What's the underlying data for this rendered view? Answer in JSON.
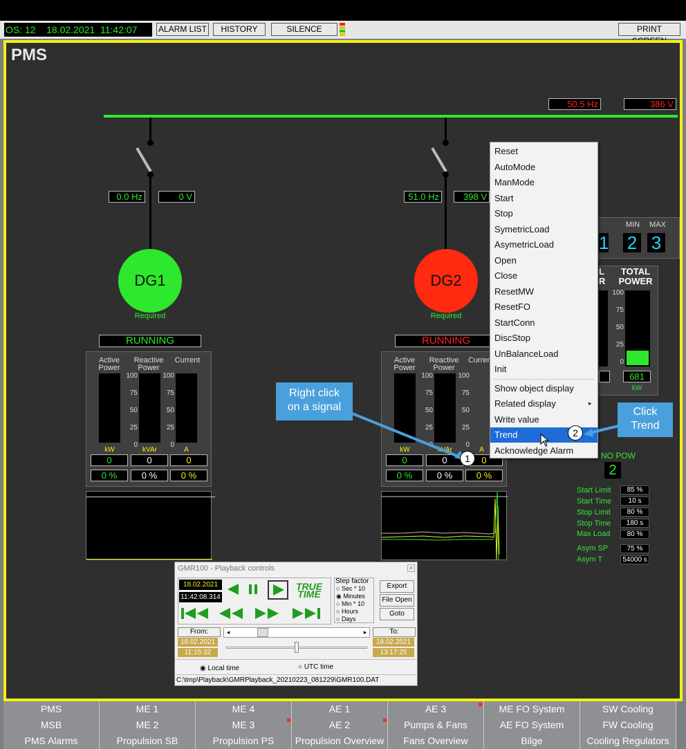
{
  "toolbar": {
    "os_status": "OS: 12    18.02.2021  11:42:07",
    "alarm_list": "ALARM LIST",
    "history": "HISTORY",
    "silence": "SILENCE",
    "print_screen": "PRINT SCREEN"
  },
  "page": {
    "title": "PMS"
  },
  "bus": {
    "freq": "50.5 Hz",
    "volt": "386 V"
  },
  "dg1": {
    "name": "DG1",
    "hz": "0.0 Hz",
    "v": "0 V",
    "required": "Required",
    "status": "RUNNING",
    "kw": "0",
    "kvar": "0",
    "a": "0",
    "pct1": "0 %",
    "pct2": "0 %",
    "pct3": "0 %"
  },
  "dg2": {
    "name": "DG2",
    "hz": "51.0 Hz",
    "v": "398 V",
    "required": "Required",
    "status": "RUNNING",
    "kw": "0",
    "kvar": "0",
    "a": "0",
    "pct1": "0 %",
    "pct2": "0 %",
    "pct3": "0 %"
  },
  "gauge": {
    "h1": "Active\nPower",
    "h2": "Reactive\nPower",
    "h3": "Current",
    "ticks": [
      "100",
      "75",
      "50",
      "25",
      "0"
    ],
    "u1": "kW",
    "u2": "kVAr",
    "u3": "A"
  },
  "minmax": {
    "min_label": "MIN",
    "max_label": "MAX",
    "cur": "1",
    "min": "2",
    "max": "3"
  },
  "total": {
    "label_a": "L",
    "label_a2": "R",
    "label": "TOTAL",
    "label2": "POWER",
    "ticks": [
      "100",
      "75",
      "50",
      "25",
      "0"
    ],
    "value": "681",
    "unit": "kW",
    "level": 0.2
  },
  "nopow": {
    "label": "N NO POW",
    "value": "2"
  },
  "limits": [
    {
      "label": "Start Limit",
      "value": "85 %"
    },
    {
      "label": "Start Time",
      "value": "10 s"
    },
    {
      "label": "Stop Limit",
      "value": "80 %"
    },
    {
      "label": "Stop Time",
      "value": "180 s"
    },
    {
      "label": "Max Load",
      "value": "80 %"
    },
    {
      "label": "Asym SP",
      "value": "75 %"
    },
    {
      "label": "Asym T",
      "value": "54000 s"
    }
  ],
  "menu": {
    "items": [
      "Reset",
      "AutoMode",
      "ManMode",
      "Start",
      "Stop",
      "SymetricLoad",
      "AsymetricLoad",
      "Open",
      "Close",
      "ResetMW",
      "ResetFO",
      "StartConn",
      "DiscStop",
      "UnBalanceLoad",
      "Init",
      "Show object display",
      "Related display",
      "Write value",
      "Trend",
      "Acknowledge Alarm"
    ],
    "highlight": "Trend"
  },
  "callouts": {
    "right_click": "Right click\non a signal",
    "click_trend": "Click\nTrend",
    "n1": "1",
    "n2": "2"
  },
  "playback": {
    "title": "GMR100 - Playback controls",
    "date": "18.02.2021",
    "time": "11:42:08.314",
    "true_time": "TRUE TIME",
    "step_factor": "Step factor",
    "steps": [
      "Sec * 10",
      "Minutes",
      "Min * 10",
      "Hours",
      "Days"
    ],
    "export": "Export",
    "file_open": "File Open",
    "goto": "Goto",
    "from": "From:",
    "from_date": "18.02.2021",
    "from_time": "11:15:32",
    "to": "To:",
    "to_date": "18.02.2021",
    "to_time": "13:17:25",
    "local_time": "Local time",
    "utc_time": "UTC time",
    "path": "C:\\tmp\\Playback\\GMRPlayback_20210223_081229\\GMR100.DAT"
  },
  "nav": [
    [
      "PMS",
      "ME 1",
      "ME 4",
      "AE 1",
      "AE 3",
      "ME FO System",
      "SW Cooling"
    ],
    [
      "MSB",
      "ME 2",
      "ME 3",
      "AE 2",
      "Pumps & Fans",
      "AE FO System",
      "FW Cooling"
    ],
    [
      "PMS Alarms",
      "Propulsion SB",
      "Propulsion PS",
      "Propulsion Overview",
      "Fans Overview",
      "Bilge",
      "Cooling Regulators"
    ]
  ],
  "colors": {
    "running": "#2ee82e",
    "stopped": "#ff2a10",
    "accent": "#4aa0dc"
  }
}
